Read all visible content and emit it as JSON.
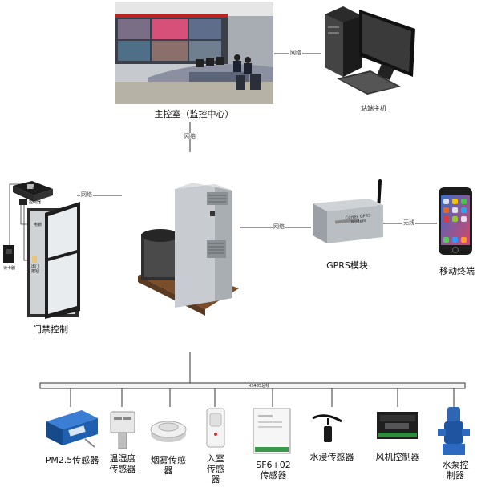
{
  "nodes": {
    "control_room": {
      "label": "主控室（监控中心）"
    },
    "host": {
      "label": "站端主机"
    },
    "access_control": {
      "label": "门禁控制",
      "parts": {
        "power": "机箱电源",
        "controller": "控制器",
        "lock": "电锁",
        "exit_button": "出门按钮",
        "reader": "读卡器"
      }
    },
    "gprs": {
      "label": "GPRS模块",
      "device_text": "Cortex GPRS Modem"
    },
    "mobile": {
      "label": "移动终端"
    }
  },
  "links": {
    "room_to_host": "网络",
    "room_to_unit": "网络",
    "door_to_unit": "网络",
    "unit_to_gprs": "网络",
    "gprs_to_mobile": "无线"
  },
  "bus_label": "RS485总线",
  "sensors": [
    {
      "id": "pm25",
      "label": "PM2.5传感器"
    },
    {
      "id": "temp-humidity",
      "label": "温湿度\n传感器"
    },
    {
      "id": "smoke",
      "label": "烟雾传感\n器"
    },
    {
      "id": "intrusion",
      "label": "入室\n传感\n器"
    },
    {
      "id": "sf6-o2",
      "label": "SF6+02\n传感器"
    },
    {
      "id": "water-leak",
      "label": "水浸传感器"
    },
    {
      "id": "fan-controller",
      "label": "风机控制器"
    },
    {
      "id": "pump-controller",
      "label": "水泵控\n制器"
    }
  ],
  "colors": {
    "line": "#222222",
    "device_blue": "#1f5fb0",
    "cabinet": "#cfd3d6"
  }
}
